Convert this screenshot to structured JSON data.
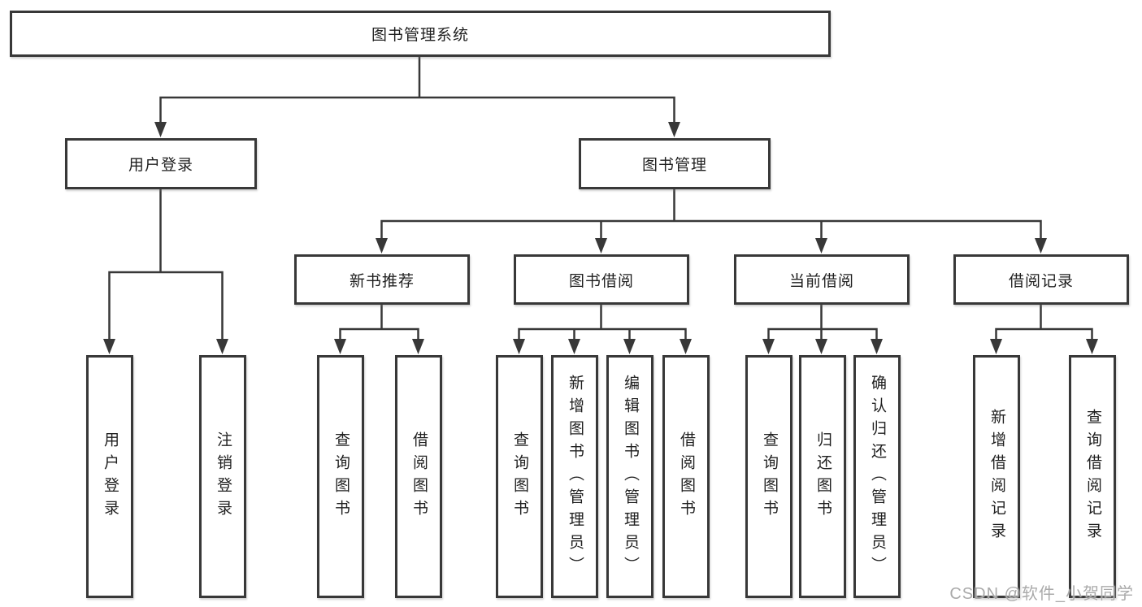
{
  "diagram": {
    "title": "图书管理系统",
    "tree": {
      "root": {
        "label": "图书管理系统",
        "children": [
          {
            "label": "用户登录",
            "children": [
              {
                "label": "用户登录"
              },
              {
                "label": "注销登录"
              }
            ]
          },
          {
            "label": "图书管理",
            "children": [
              {
                "label": "新书推荐",
                "children": [
                  {
                    "label": "查询图书"
                  },
                  {
                    "label": "借阅图书"
                  }
                ]
              },
              {
                "label": "图书借阅",
                "children": [
                  {
                    "label": "查询图书"
                  },
                  {
                    "label": "新增图书（管理员）"
                  },
                  {
                    "label": "编辑图书（管理员）"
                  },
                  {
                    "label": "借阅图书"
                  }
                ]
              },
              {
                "label": "当前借阅",
                "children": [
                  {
                    "label": "查询图书"
                  },
                  {
                    "label": "归还图书"
                  },
                  {
                    "label": "确认归还（管理员）"
                  }
                ]
              },
              {
                "label": "借阅记录",
                "children": [
                  {
                    "label": "新增借阅记录"
                  },
                  {
                    "label": "查询借阅记录"
                  }
                ]
              }
            ]
          }
        ]
      }
    },
    "watermark": "CSDN @软件_小贺同学",
    "colors": {
      "line": "#383838",
      "box_background": "#ffffff",
      "text": "#1f1f1f",
      "watermark": "#a5a5a5"
    }
  }
}
